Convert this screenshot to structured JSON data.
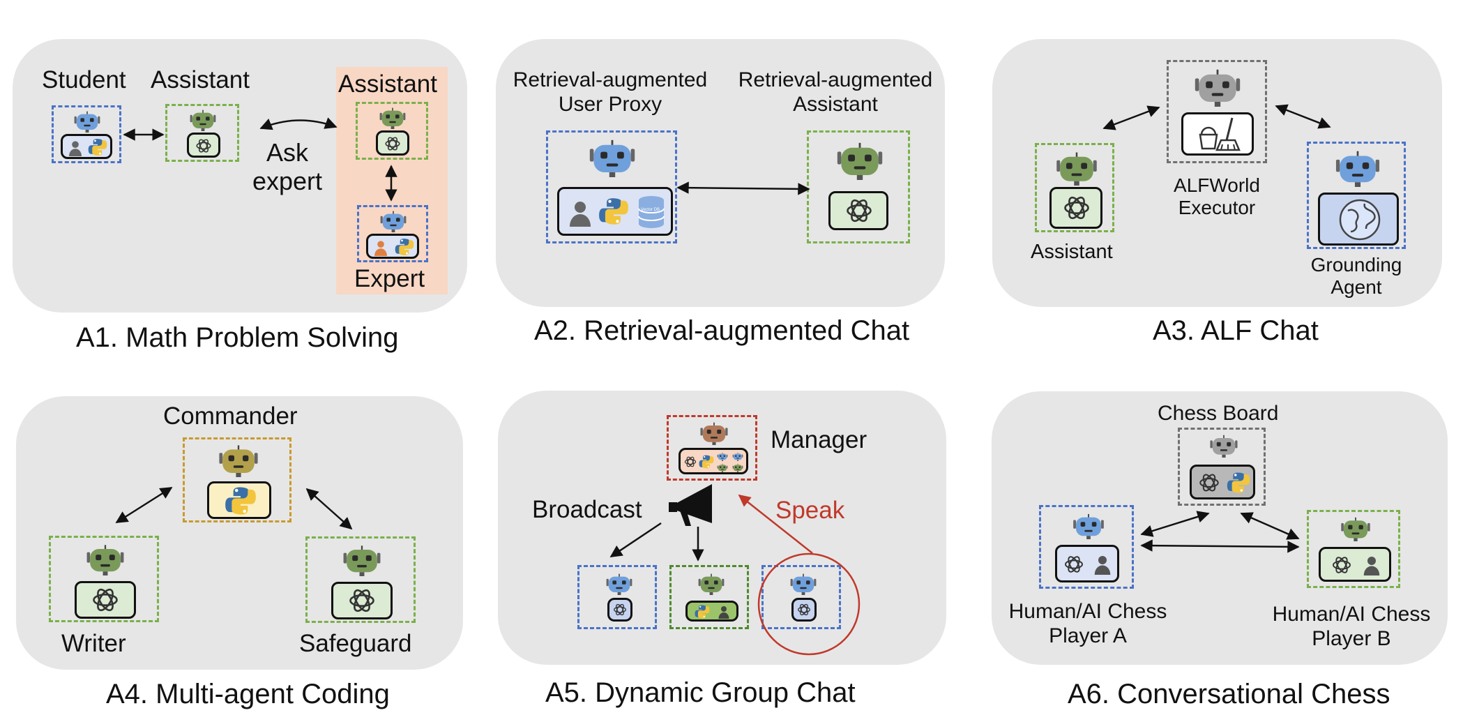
{
  "a1": {
    "caption": "A1. Math Problem Solving",
    "student": "Student",
    "assistant": "Assistant",
    "assistant2": "Assistant",
    "ask": "Ask",
    "expert_word": "expert",
    "expert": "Expert"
  },
  "a2": {
    "caption": "A2. Retrieval-augmented Chat",
    "proxy_line1": "Retrieval-augmented",
    "proxy_line2": "User Proxy",
    "assist_line1": "Retrieval-augmented",
    "assist_line2": "Assistant",
    "db_label": "Vector DB"
  },
  "a3": {
    "caption": "A3. ALF Chat",
    "executor_line1": "ALFWorld",
    "executor_line2": "Executor",
    "assistant": "Assistant",
    "grounding_line1": "Grounding",
    "grounding_line2": "Agent"
  },
  "a4": {
    "caption": "A4. Multi-agent Coding",
    "commander": "Commander",
    "writer": "Writer",
    "safeguard": "Safeguard"
  },
  "a5": {
    "caption": "A5. Dynamic Group Chat",
    "manager": "Manager",
    "broadcast": "Broadcast",
    "speak": "Speak"
  },
  "a6": {
    "caption": "A6. Conversational Chess",
    "board": "Chess Board",
    "player_a_line1": "Human/AI Chess",
    "player_a_line2": "Player A",
    "player_b_line1": "Human/AI Chess",
    "player_b_line2": "Player B"
  },
  "colors": {
    "panel": "#e6e6e6",
    "blue_robot": "#6fa0dc",
    "green_robot": "#7a9a5a",
    "expert_bg": "#f8d7c4",
    "speak": "#c0392b",
    "commander_robot": "#b2a14a",
    "manager_robot": "#b07a5a"
  }
}
